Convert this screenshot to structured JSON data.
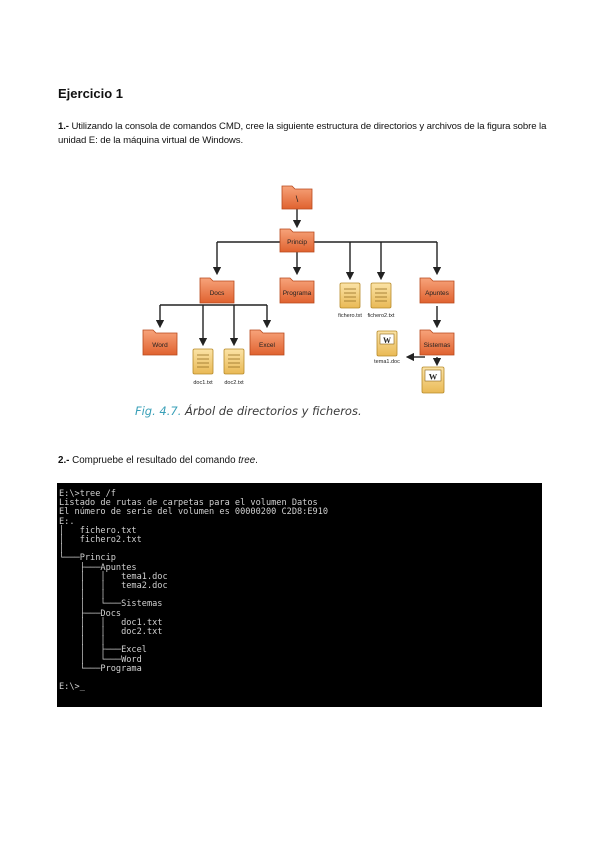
{
  "heading": "Ejercicio 1",
  "q1": {
    "num": "1.-",
    "text": " Utilizando la consola de comandos CMD, cree la siguiente estructura de directorios y archivos de la figura sobre la unidad E: de la máquina virtual de Windows."
  },
  "figure": {
    "root": "\\",
    "princip": "Princip",
    "docs": "Docs",
    "programa": "Programa",
    "fichero": "fichero.txt",
    "fichero2": "fichero2.txt",
    "apuntes": "Apuntes",
    "word": "Word",
    "excel": "Excel",
    "doc1": "doc1.txt",
    "doc2": "doc2.txt",
    "tema1": "tema1.doc",
    "sistemas": "Sistemas",
    "doc_glyph": "W",
    "caption_num": "Fig. 4.7.",
    "caption_text": " Árbol de directorios y ficheros."
  },
  "q2": {
    "num": "2.-",
    "text_before": " Compruebe el resultado del comando ",
    "command": "tree",
    "text_after": "."
  },
  "console": {
    "lines": [
      "E:\\>tree /f",
      "Listado de rutas de carpetas para el volumen Datos",
      "El número de serie del volumen es 00000200 C2D8:E910",
      "E:.",
      "│   fichero.txt",
      "│   fichero2.txt",
      "│",
      "└───Princip",
      "    ├───Apuntes",
      "    │   │   tema1.doc",
      "    │   │   tema2.doc",
      "    │   │",
      "    │   └───Sistemas",
      "    ├───Docs",
      "    │   │   doc1.txt",
      "    │   │   doc2.txt",
      "    │   │",
      "    │   ├───Excel",
      "    │   └───Word",
      "    └───Programa",
      "",
      "E:\\>_"
    ]
  }
}
